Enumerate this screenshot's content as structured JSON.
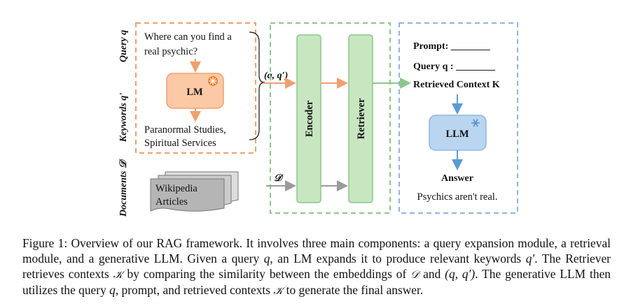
{
  "figure": {
    "side_labels": {
      "query": "Query q",
      "keywords": "Keywords q'",
      "documents": "Documents 𝒟"
    },
    "query_text": [
      "Where can you find a",
      "real psychic?"
    ],
    "lm_label": "LM",
    "keywords_text": [
      "Paranormal Studies,",
      "Spiritual Services"
    ],
    "qq_label": "(q, q′)",
    "d_label": "𝒟",
    "wikipedia_text": [
      "Wikipedia",
      "Articles"
    ],
    "encoder_label": "Encoder",
    "retriever_label": "Retriever",
    "prompt_label": "Prompt: ________",
    "query_q_label": "Query q : ________",
    "retrieved_context_label": "Retrieved Context K",
    "llm_label": "LLM",
    "answer_label": "Answer",
    "answer_text": "Psychics aren't real.",
    "colors": {
      "orange_dash": "#f0a070",
      "lm_fill": "#fbc9a5",
      "green_dash": "#8cc78a",
      "green_fill": "#c8e6c0",
      "blue_dash": "#8fb6de",
      "llm_fill": "#bad5ef",
      "arrow_gray": "#9a9a9a",
      "arrow_blue": "#5b9bd5",
      "snowflake": "#f08030",
      "snowflake_blue": "#4f8fd0"
    }
  },
  "caption": {
    "p1": "Figure 1: Overview of our RAG framework. It involves three main components: a query expansion module, a retrieval module, and a generative LLM. Given a query ",
    "q1": "q",
    "p2": ", an LM expands it to produce relevant keywords ",
    "q2": "q′",
    "p3": ". The Retriever retrieves contexts ",
    "k1": "𝒦",
    "p4": " by comparing the similarity between the embeddings of ",
    "d1": "𝒟",
    "p5": " and ",
    "qq": "(q, q′)",
    "p6": ". The generative LLM then utilizes the query ",
    "q3": "q",
    "p7": ", prompt, and retrieved contexts ",
    "k2": "𝒦",
    "p8": " to generate the final answer."
  }
}
